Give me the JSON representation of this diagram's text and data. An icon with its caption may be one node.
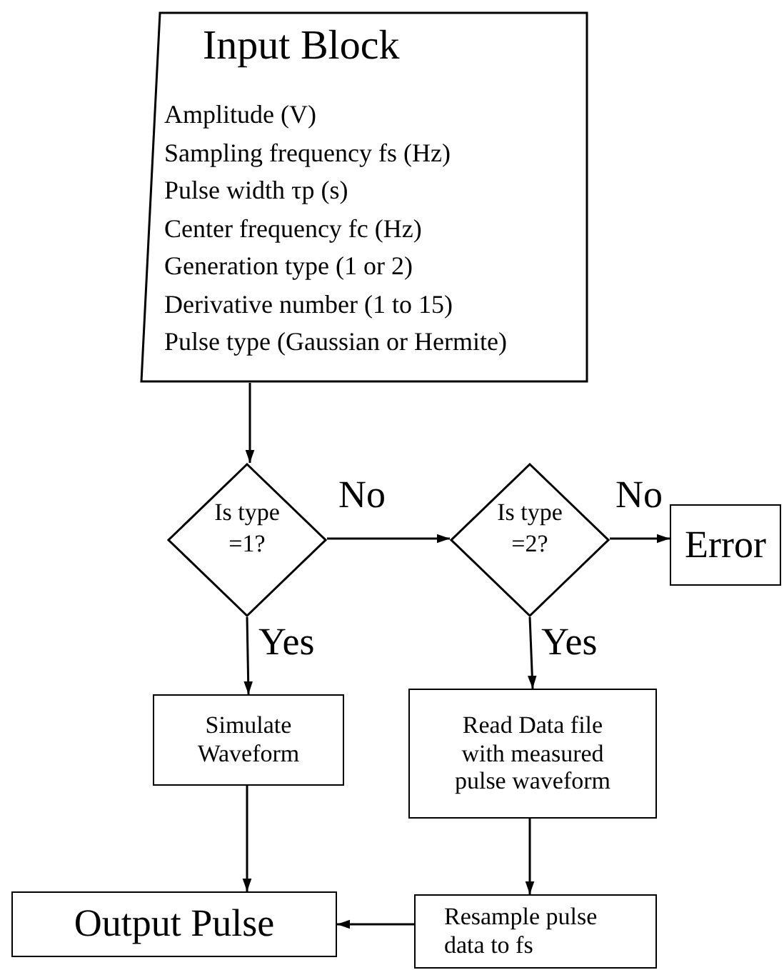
{
  "diagram": {
    "nodes": [
      {
        "text": [
          "Input Block",
          "Amplitude (V)",
          "Sampling frequency fs (Hz)",
          "Pulse width τp (s)",
          "Center frequency fc (Hz)",
          "Generation type (1 or 2)",
          "Derivative number (1 to 15)",
          "Pulse type (Gaussian or Hermite)"
        ]
      },
      {
        "text": [
          "Is type =1?"
        ]
      },
      {
        "text": [
          "Is type =2?"
        ]
      },
      {
        "text": [
          "Error"
        ]
      },
      {
        "text": [
          "Simulate Waveform"
        ]
      },
      {
        "text": [
          "Read Data file with measured pulse waveform"
        ]
      },
      {
        "text": [
          "Output Pulse"
        ]
      },
      {
        "text": [
          "Resample pulse data to fs"
        ]
      }
    ],
    "edges": [
      {
        "from": 0,
        "to": 1,
        "arrow": "to"
      },
      {
        "from": 1,
        "to": 2,
        "arrow": "to",
        "label": "No"
      },
      {
        "from": 2,
        "to": 3,
        "arrow": "to",
        "label": "No"
      },
      {
        "from": 1,
        "to": 4,
        "arrow": "to",
        "label": "Yes"
      },
      {
        "from": 2,
        "to": 5,
        "arrow": "to",
        "label": "Yes"
      },
      {
        "from": 4,
        "to": 6,
        "arrow": "to"
      },
      {
        "from": 5,
        "to": 7,
        "arrow": "to"
      },
      {
        "from": 7,
        "to": 6,
        "arrow": "to"
      }
    ]
  }
}
